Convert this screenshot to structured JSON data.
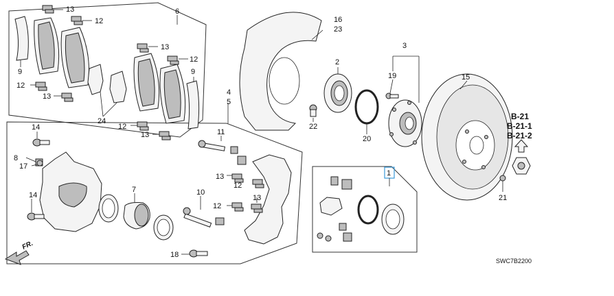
{
  "title": "Front brake assembly parts diagram",
  "labels": {
    "p1": "1",
    "p3": "3",
    "p4": "4",
    "p5": "5",
    "p6": "6",
    "p7": "7",
    "p8": "8",
    "p9a": "9",
    "p9b": "9",
    "p10": "10",
    "p11": "11",
    "p12a": "12",
    "p12b": "12",
    "p12c": "12",
    "p12d": "12",
    "p12e": "12",
    "p12f": "12",
    "p13a": "13",
    "p13b": "13",
    "p13c": "13",
    "p13d": "13",
    "p13e": "13",
    "p13f": "13",
    "p14a": "14",
    "p14b": "14",
    "p15": "15",
    "p16": "16",
    "p17": "17",
    "p18": "18",
    "p19": "19",
    "p20": "20",
    "p21": "21",
    "p22": "22",
    "p23": "23",
    "p24": "24",
    "p2": "2"
  },
  "refs": {
    "r1": "B-21",
    "r2": "B-21-1",
    "r3": "B-21-2"
  },
  "front_marker": "FR.",
  "diagram_code": "SWC7B2200"
}
